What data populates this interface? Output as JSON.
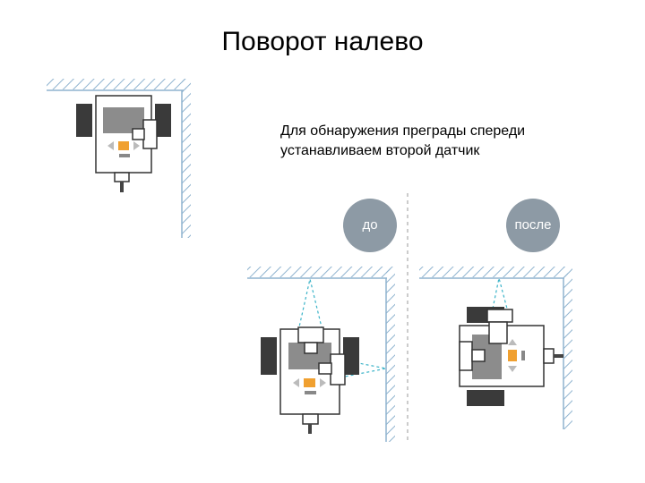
{
  "title": "Поворот налево",
  "caption": {
    "line1": "Для обнаружения преграды спереди",
    "line2": "устанавливаем второй датчик"
  },
  "badges": {
    "before": "до",
    "after": "после"
  },
  "colors": {
    "wall_hatch": "#8fb3cf",
    "sensor_beam": "#3ab3c8",
    "body_gray": "#8c8c8c",
    "wheel": "#3a3a3a",
    "button_orange": "#f0a030",
    "badge_bg": "#8d9aa5"
  }
}
